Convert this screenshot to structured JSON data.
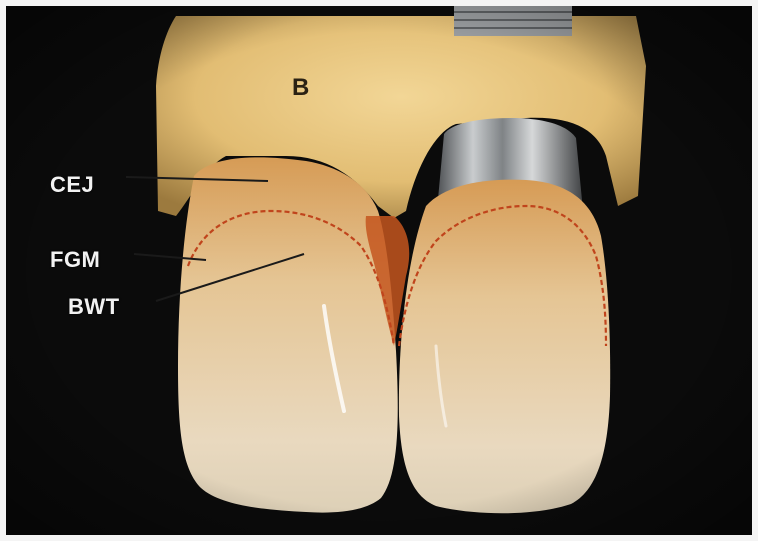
{
  "labels": {
    "bone": "B",
    "cej": "CEJ",
    "fgm": "FGM",
    "bwt": "BWT"
  },
  "colors": {
    "background": "#0b0b0b",
    "bone": "#e6c47e",
    "tooth_enamel": "#e8d2a8",
    "gingival_outline": "#c0441c",
    "implant_metal": "#a9adb0",
    "frame": "#f4f4f4"
  }
}
